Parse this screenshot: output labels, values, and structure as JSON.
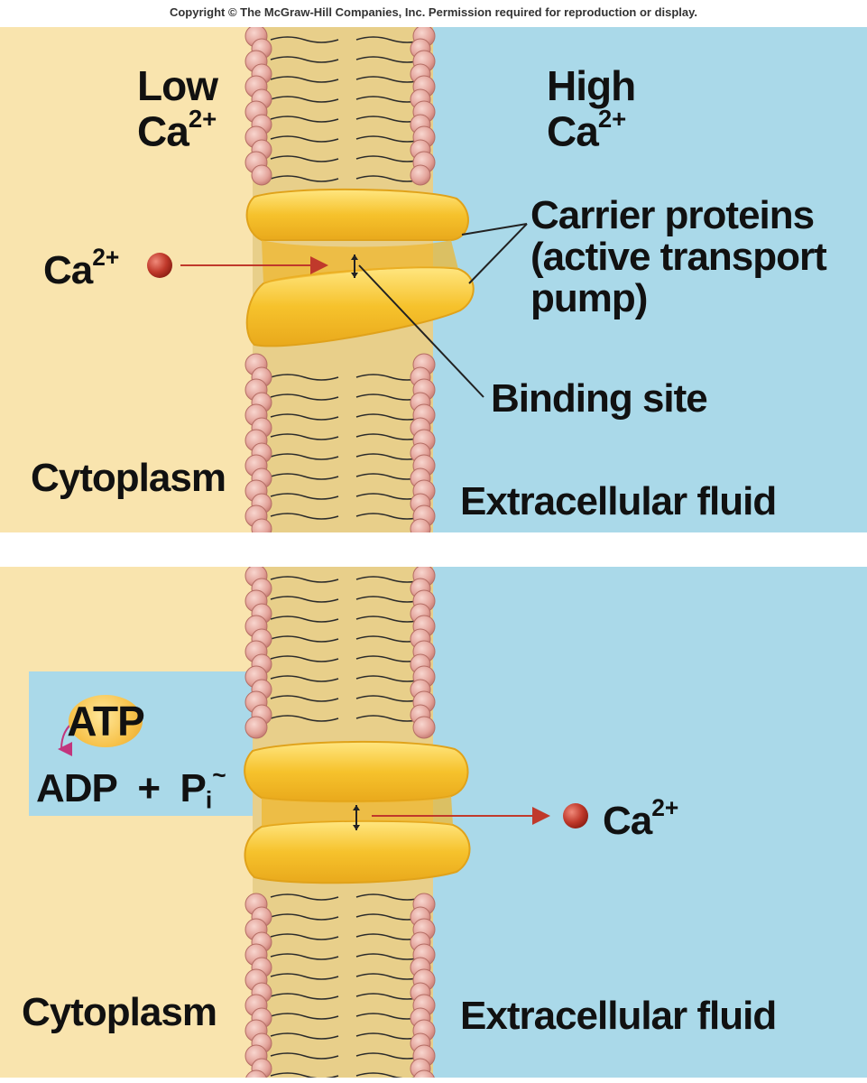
{
  "copyright": "Copyright © The McGraw-Hill Companies, Inc. Permission required for reproduction or display.",
  "colors": {
    "cytoplasm": "#f9e4ae",
    "extracellular": "#aad9e9",
    "protein": "#f5c431",
    "ion": "#c0392b",
    "phospholipid_head": "#e6a9a0",
    "membrane_core": "#e8cf8a"
  },
  "panel1": {
    "low_label": "Low",
    "low_ion": "Ca",
    "low_charge": "2+",
    "high_label": "High",
    "high_ion": "Ca",
    "high_charge": "2+",
    "ion_label": "Ca",
    "ion_charge": "2+",
    "carrier_line1": "Carrier proteins",
    "carrier_line2": "(active transport",
    "carrier_line3": "pump)",
    "binding_site": "Binding site",
    "cytoplasm": "Cytoplasm",
    "extracellular": "Extracellular fluid"
  },
  "panel2": {
    "atp": "ATP",
    "adp": "ADP",
    "plus": "+",
    "pi": "P",
    "pi_sub": "i",
    "tilde": "~",
    "ion_label": "Ca",
    "ion_charge": "2+",
    "cytoplasm": "Cytoplasm",
    "extracellular": "Extracellular fluid"
  }
}
